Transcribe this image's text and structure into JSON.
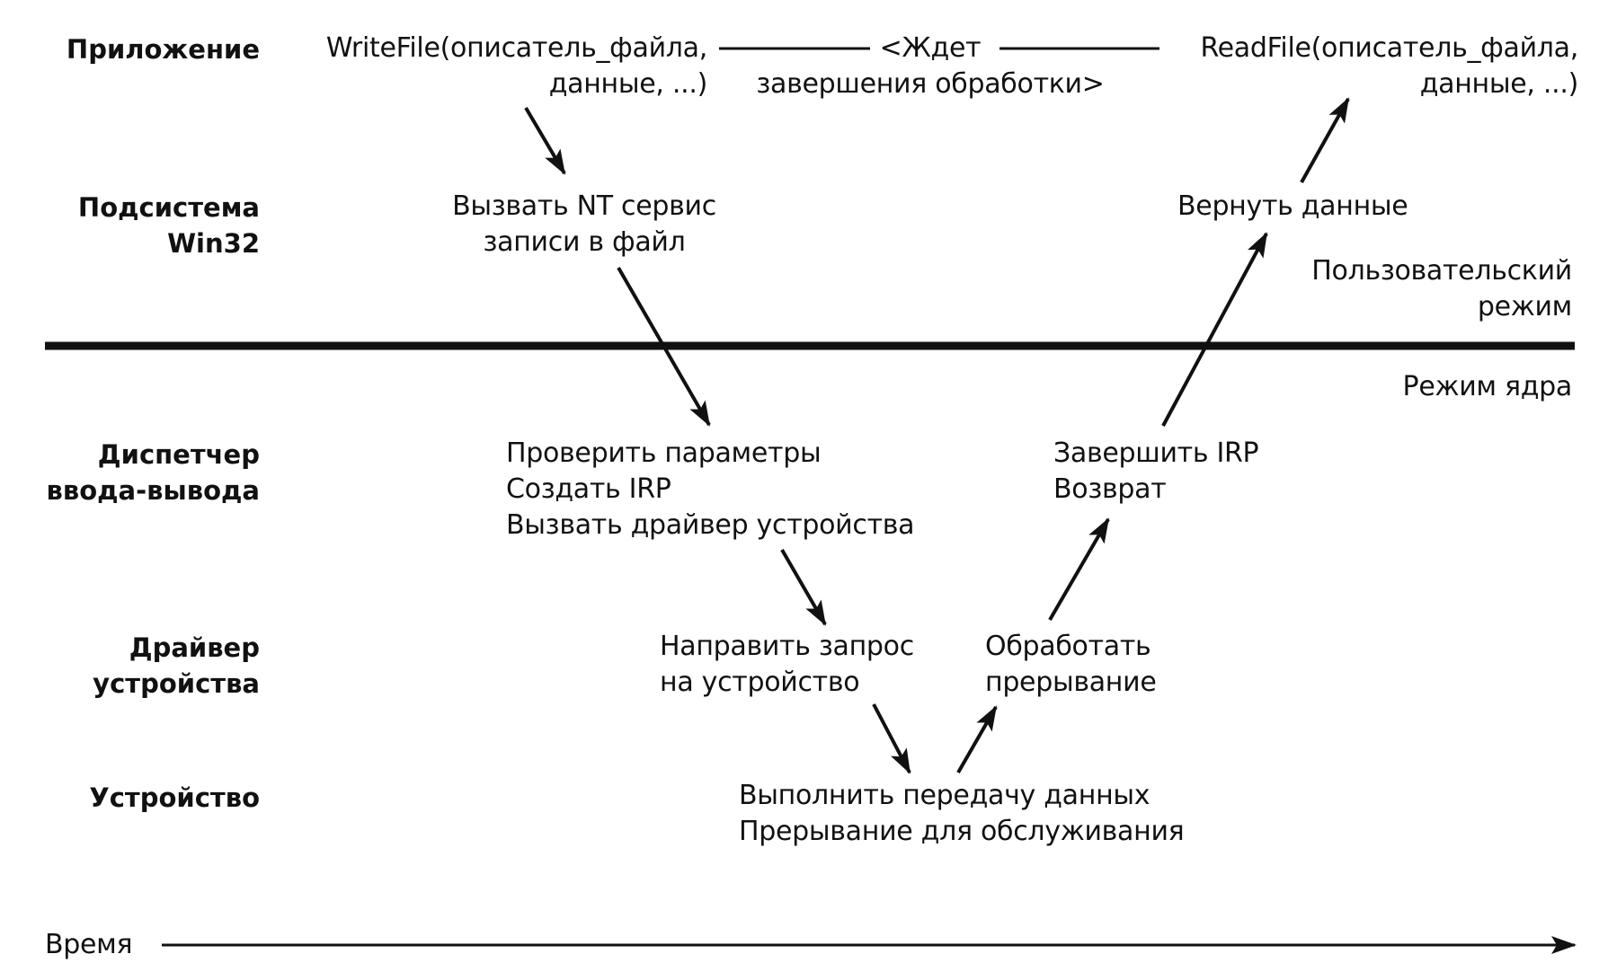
{
  "layers": {
    "application": "Приложение",
    "win32_line1": "Подсистема",
    "win32_line2": "Win32",
    "io_manager_line1": "Диспетчер",
    "io_manager_line2": "ввода-вывода",
    "driver_line1": "Драйвер",
    "driver_line2": "устройства",
    "device": "Устройство"
  },
  "steps": {
    "writefile_line1": "WriteFile(описатель_файла,",
    "writefile_line2": "данные, ...)",
    "wait_line1": "<Ждет",
    "wait_line2": "завершения обработки>",
    "readfile_line1": "ReadFile(описатель_файла,",
    "readfile_line2": "данные, ...)",
    "call_nt_line1": "Вызвать NT сервис",
    "call_nt_line2": "записи в файл",
    "return_data": "Вернуть данные",
    "check_params": "Проверить параметры",
    "create_irp": "Создать IRP",
    "call_driver": "Вызвать драйвер устройства",
    "complete_irp": "Завершить IRP",
    "return": "Возврат",
    "send_request_line1": "Направить запрос",
    "send_request_line2": "на устройство",
    "handle_interrupt_line1": "Обработать",
    "handle_interrupt_line2": "прерывание",
    "transfer_data": "Выполнить передачу данных",
    "interrupt_service": "Прерывание для обслуживания"
  },
  "modes": {
    "user_line1": "Пользовательский",
    "user_line2": "режим",
    "kernel": "Режим ядра"
  },
  "time_axis": "Время"
}
